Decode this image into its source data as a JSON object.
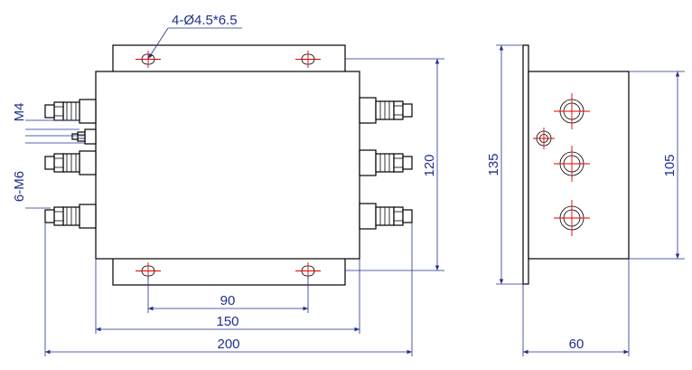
{
  "drawing": {
    "dimensions": {
      "hole_callout": "4-Ø4.5*6.5",
      "thread_small": "M4",
      "thread_large": "6-M6",
      "height_body": "120",
      "height_total": "135",
      "height_side": "105",
      "mount_pitch": "90",
      "width_body": "150",
      "width_total": "200",
      "depth": "60"
    },
    "colors": {
      "outline": "#000000",
      "dimension": "#1f2f8f",
      "centerline": "#e00000",
      "background": "#ffffff"
    }
  }
}
